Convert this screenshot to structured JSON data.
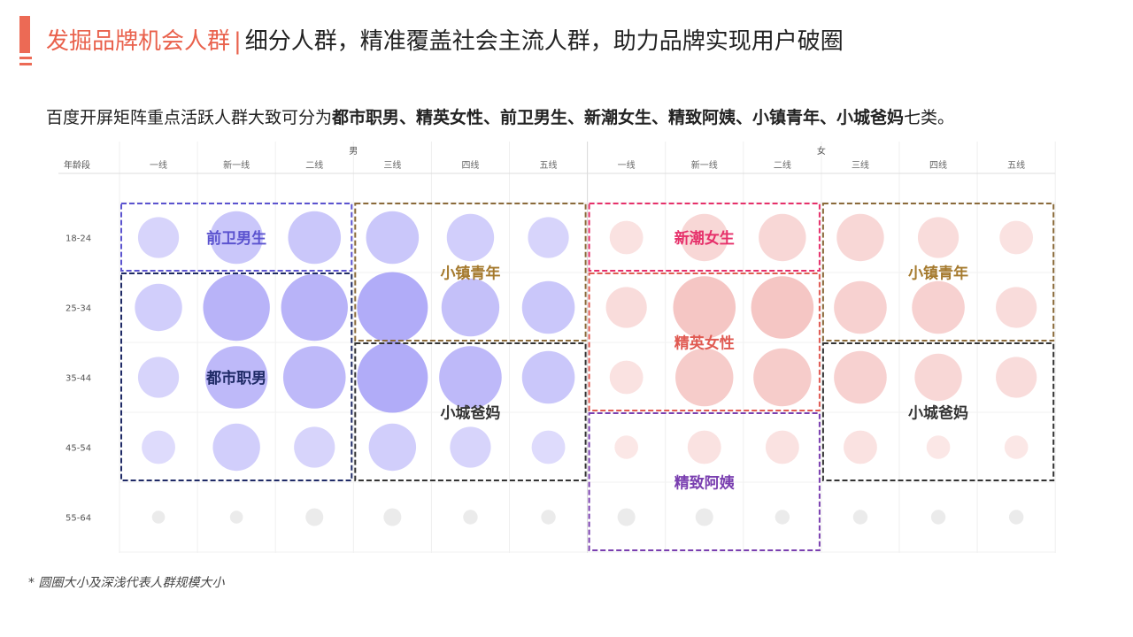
{
  "page": {
    "title_main": "发掘品牌机会人群",
    "title_sep": "|",
    "title_sub": "细分人群，精准覆盖社会主流人群，助力品牌实现用户破圈",
    "intro_prefix": "百度开屏矩阵重点活跃人群大致可分为",
    "intro_bold": "都市职男、精英女性、前卫男生、新潮女生、精致阿姨、小镇青年、小城爸妈",
    "intro_suffix": "七类。",
    "footnote": "*   圆圈大小及深浅代表人群规模大小",
    "colors": {
      "accent": "#ec6a55",
      "male": "#8c84f4",
      "female": "#ee9a98"
    }
  },
  "chart_data": {
    "type": "bubble-matrix",
    "row_header": "年龄段",
    "gender_groups": [
      "男",
      "女"
    ],
    "columns": [
      "一线",
      "新一线",
      "二线",
      "三线",
      "四线",
      "五线",
      "一线",
      "新一线",
      "二线",
      "三线",
      "四线",
      "五线"
    ],
    "rows": [
      "18-24",
      "25-34",
      "35-44",
      "45-54",
      "55-64"
    ],
    "values": [
      [
        3,
        5,
        5,
        5,
        4,
        3,
        2,
        4,
        4,
        4,
        3,
        2
      ],
      [
        4,
        8,
        8,
        9,
        6,
        5,
        3,
        7,
        7,
        5,
        5,
        3
      ],
      [
        3,
        7,
        7,
        9,
        7,
        5,
        2,
        6,
        6,
        5,
        4,
        3
      ],
      [
        2,
        4,
        3,
        4,
        3,
        2,
        1,
        2,
        2,
        2,
        1,
        1
      ],
      [
        0.3,
        0.3,
        0.2,
        0.2,
        0.1,
        0.1,
        0.2,
        0.2,
        0.1,
        0.1,
        0.1,
        0.1
      ]
    ],
    "segments": [
      {
        "label": "前卫男生",
        "color": "#5b53cf",
        "text_color": "#5b53cf",
        "col_start": 0,
        "col_end": 2,
        "row_start": 0,
        "row_end": 0
      },
      {
        "label": "都市职男",
        "color": "#1f2a66",
        "text_color": "#1f2a66",
        "col_start": 0,
        "col_end": 2,
        "row_start": 1,
        "row_end": 3
      },
      {
        "label": "小镇青年",
        "color": "#8a6a3a",
        "text_color": "#a57a2e",
        "col_start": 3,
        "col_end": 5,
        "row_start": 0,
        "row_end": 1
      },
      {
        "label": "小城爸妈",
        "color": "#333333",
        "text_color": "#333333",
        "col_start": 3,
        "col_end": 5,
        "row_start": 2,
        "row_end": 3
      },
      {
        "label": "新潮女生",
        "color": "#e6306a",
        "text_color": "#e6306a",
        "col_start": 6,
        "col_end": 8,
        "row_start": 0,
        "row_end": 0
      },
      {
        "label": "精英女性",
        "color": "#e05a52",
        "text_color": "#e05a52",
        "col_start": 6,
        "col_end": 8,
        "row_start": 1,
        "row_end": 2
      },
      {
        "label": "精致阿姨",
        "color": "#7a3fb0",
        "text_color": "#7a3fb0",
        "col_start": 6,
        "col_end": 8,
        "row_start": 3,
        "row_end": 4
      },
      {
        "label": "小镇青年",
        "color": "#8a6a3a",
        "text_color": "#a57a2e",
        "col_start": 9,
        "col_end": 11,
        "row_start": 0,
        "row_end": 1
      },
      {
        "label": "小城爸妈",
        "color": "#333333",
        "text_color": "#333333",
        "col_start": 9,
        "col_end": 11,
        "row_start": 2,
        "row_end": 3
      }
    ]
  }
}
